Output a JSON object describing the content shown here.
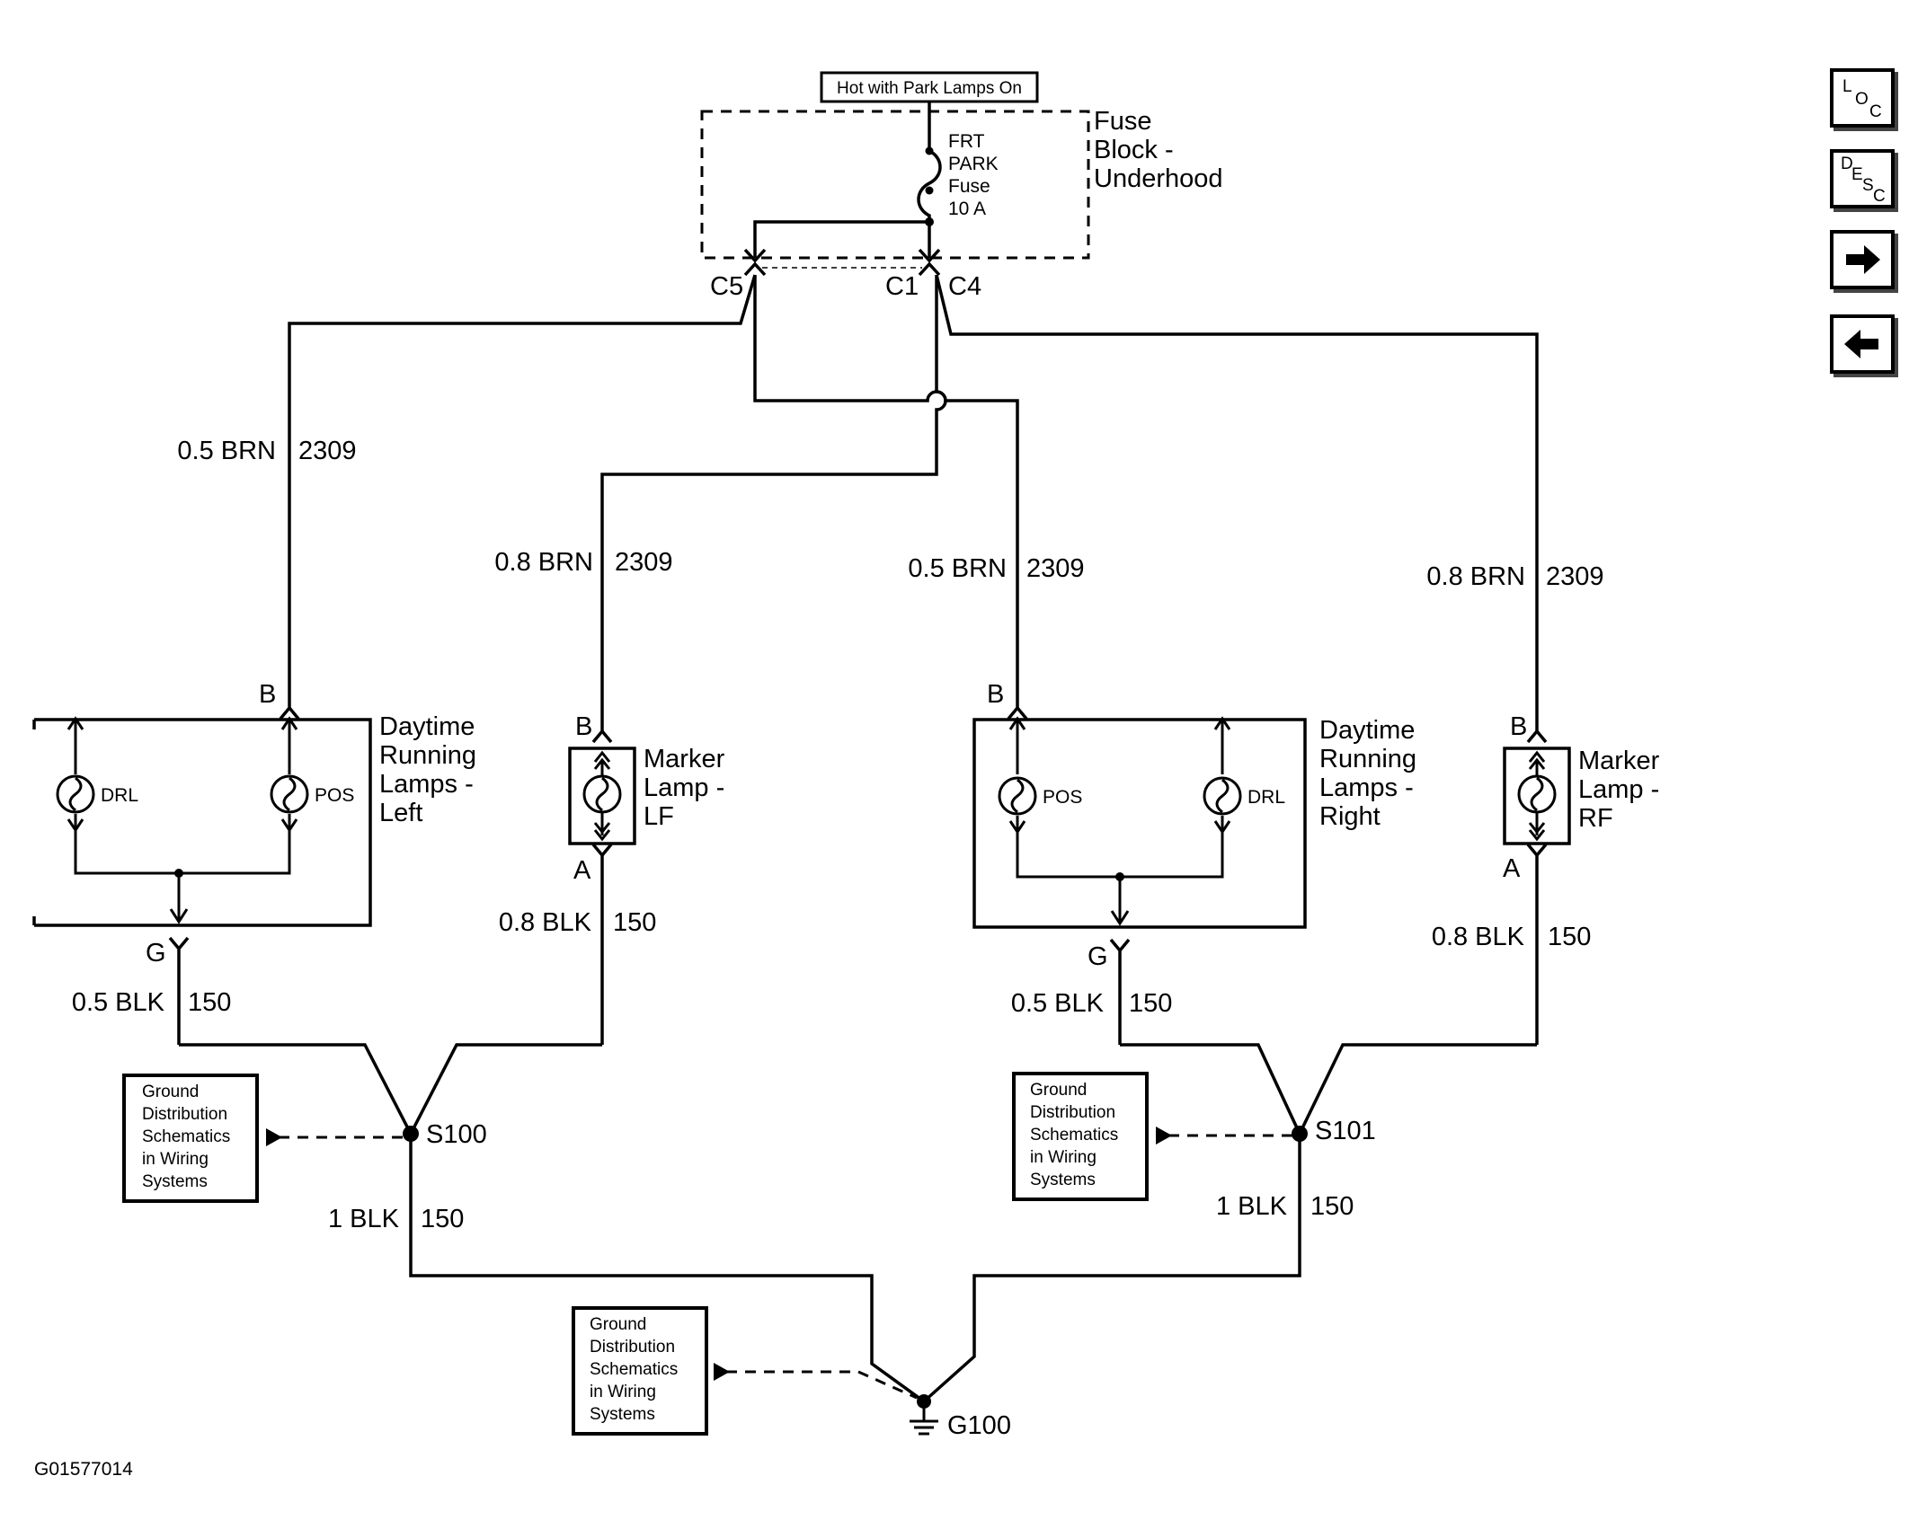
{
  "figure_id": "G01577014",
  "fuse": {
    "hot_label": "Hot with Park Lamps On",
    "name_lines": [
      "FRT",
      "PARK",
      "Fuse",
      "10 A"
    ],
    "block_lines": [
      "Fuse",
      "Block -",
      "Underhood"
    ]
  },
  "connectors": {
    "c5": "C5",
    "c1": "C1",
    "c4": "C4"
  },
  "wires": {
    "w1": {
      "gauge": "0.5 BRN",
      "circuit": "2309"
    },
    "w2": {
      "gauge": "0.8 BRN",
      "circuit": "2309"
    },
    "w3": {
      "gauge": "0.5 BRN",
      "circuit": "2309"
    },
    "w4": {
      "gauge": "0.8 BRN",
      "circuit": "2309"
    },
    "g1": {
      "gauge": "0.5 BLK",
      "circuit": "150"
    },
    "g2": {
      "gauge": "0.8 BLK",
      "circuit": "150"
    },
    "g3": {
      "gauge": "0.5 BLK",
      "circuit": "150"
    },
    "g4": {
      "gauge": "0.8 BLK",
      "circuit": "150"
    },
    "s100_out": {
      "gauge": "1 BLK",
      "circuit": "150"
    },
    "s101_out": {
      "gauge": "1 BLK",
      "circuit": "150"
    }
  },
  "components": {
    "drl_left": {
      "title_lines": [
        "Daytime",
        "Running",
        "Lamps -",
        "Left"
      ],
      "pin_in": "B",
      "pin_out": "G",
      "lamp_a": "DRL",
      "lamp_b": "POS"
    },
    "marker_lf": {
      "title_lines": [
        "Marker",
        "Lamp -",
        "LF"
      ],
      "pin_in": "B",
      "pin_out": "A"
    },
    "drl_right": {
      "title_lines": [
        "Daytime",
        "Running",
        "Lamps -",
        "Right"
      ],
      "pin_in": "B",
      "pin_out": "G",
      "lamp_a": "POS",
      "lamp_b": "DRL"
    },
    "marker_rf": {
      "title_lines": [
        "Marker",
        "Lamp -",
        "RF"
      ],
      "pin_in": "B",
      "pin_out": "A"
    }
  },
  "splices": {
    "s100": "S100",
    "s101": "S101"
  },
  "ground": {
    "label": "G100"
  },
  "ref_box_lines": [
    "Ground",
    "Distribution",
    "Schematics",
    "in Wiring",
    "Systems"
  ],
  "nav": {
    "loc": {
      "l1": "L",
      "l2": "O",
      "l3": "C"
    },
    "desc": {
      "l1": "D",
      "l2": "E",
      "l3": "S",
      "l4": "C"
    },
    "forward_icon": "arrow-right-icon",
    "back_icon": "arrow-left-icon"
  }
}
